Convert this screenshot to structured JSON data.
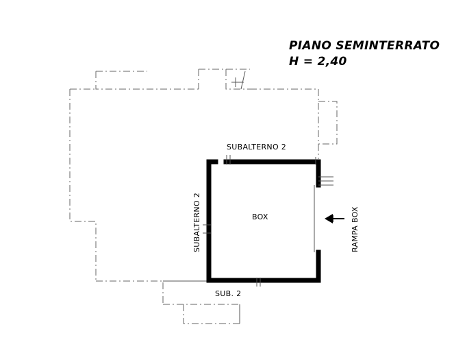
{
  "title": {
    "line1": "PIANO SEMINTERRATO",
    "line2": "H = 2,40"
  },
  "labels": {
    "subalterno_top": "SUBALTERNO 2",
    "subalterno_left": "SUBALTERNO 2",
    "box": "BOX",
    "sub_bottom": "SUB. 2",
    "rampa": "RAMPA BOX"
  },
  "icons": {
    "entry_arrow": "arrow-left-icon"
  }
}
